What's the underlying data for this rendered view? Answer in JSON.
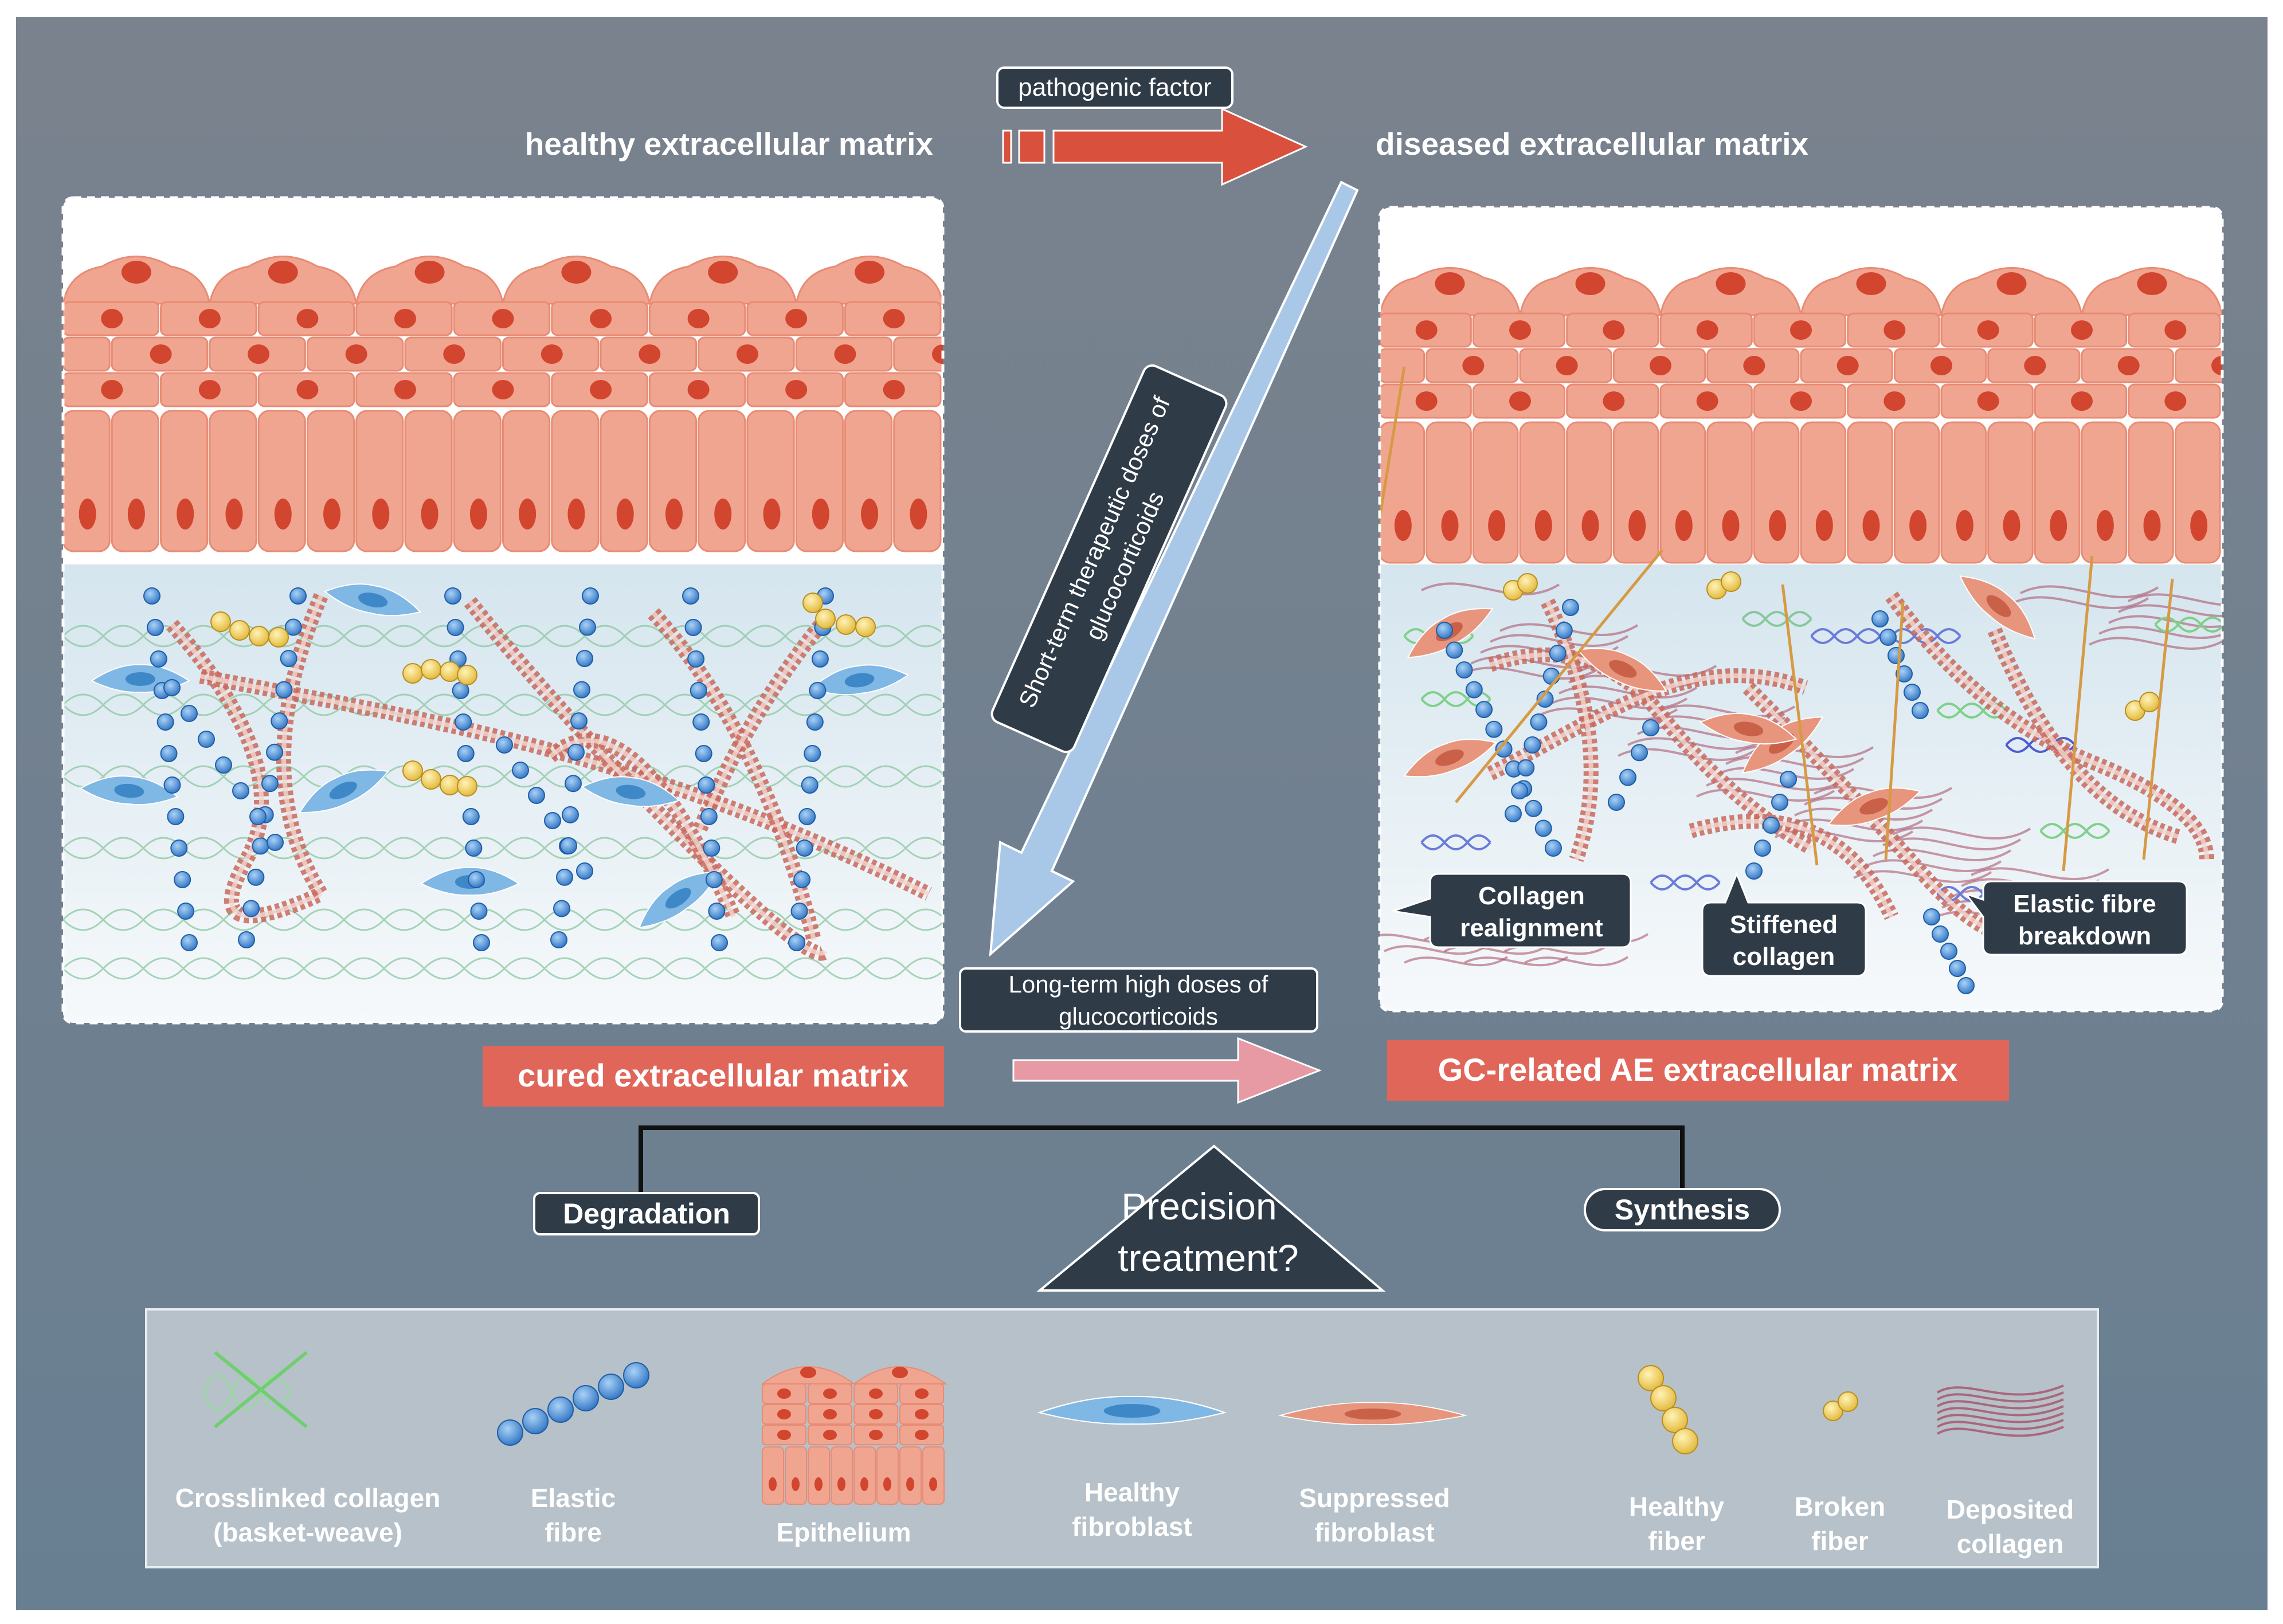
{
  "titles": {
    "healthy": "healthy extracellular matrix",
    "diseased": "diseased extracellular matrix",
    "cured": "cured extracellular matrix",
    "gc_related": "GC-related AE extracellular matrix"
  },
  "arrows": {
    "pathogenic": "pathogenic factor",
    "short_term_line1": "Short-term therapeutic doses of",
    "short_term_line2": "glucocorticoids",
    "long_term_line1": "Long-term high doses of",
    "long_term_line2": "glucocorticoids"
  },
  "callouts": {
    "realignment_line1": "Collagen",
    "realignment_line2": "realignment",
    "stiffened_line1": "Stiffened",
    "stiffened_line2": "collagen",
    "breakdown_line1": "Elastic fibre",
    "breakdown_line2": "breakdown"
  },
  "treatment": {
    "degradation": "Degradation",
    "synthesis": "Synthesis",
    "precision_line1": "Precision",
    "precision_line2": "treatment?"
  },
  "legend": [
    {
      "icon": "crosslinked-collagen-icon",
      "line1": "Crosslinked collagen",
      "line2": "(basket-weave)"
    },
    {
      "icon": "elastic-fibre-icon",
      "line1": "Elastic",
      "line2": "fibre"
    },
    {
      "icon": "epithelium-icon",
      "line1": "Epithelium",
      "line2": ""
    },
    {
      "icon": "healthy-fibroblast-icon",
      "line1": "Healthy",
      "line2": "fibroblast"
    },
    {
      "icon": "suppressed-fibroblast-icon",
      "line1": "Suppressed",
      "line2": "fibroblast"
    },
    {
      "icon": "healthy-fiber-icon",
      "line1": "Healthy",
      "line2": "fiber"
    },
    {
      "icon": "broken-fiber-icon",
      "line1": "Broken",
      "line2": "fiber"
    },
    {
      "icon": "deposited-collagen-icon",
      "line1": "Deposited",
      "line2": "collagen"
    }
  ],
  "colors": {
    "epithelium": "#f0a590",
    "nucleus": "#d2452e",
    "elastic": "#4a8fd6",
    "collagen_chain": "#c9685a",
    "healthy_fiber": "#f2cf55",
    "label_red": "#e0665a",
    "dark_box": "#2f3b47"
  }
}
